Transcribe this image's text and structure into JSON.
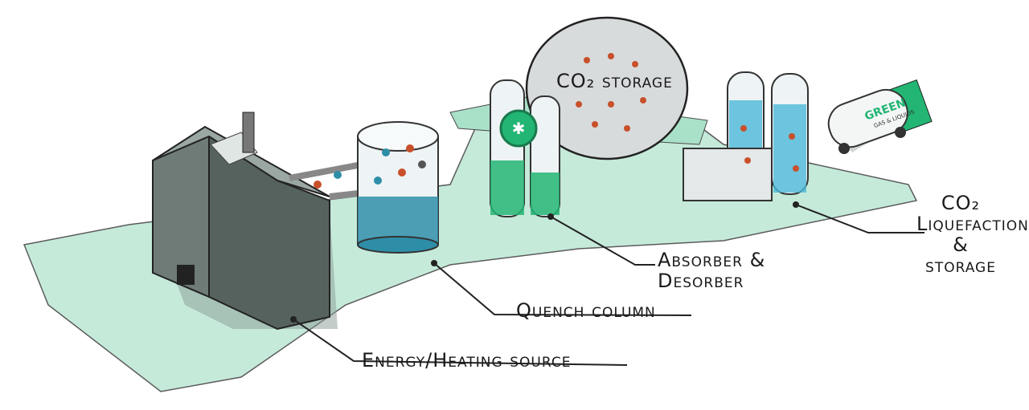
{
  "labels": {
    "co2_storage": "CO₂ storage",
    "liquefaction_line1": "CO₂",
    "liquefaction_line2": "Liquefaction",
    "liquefaction_line3": "& storage",
    "absorber_line1": "Absorber &",
    "absorber_line2": "Desorber",
    "quench": "Quench column",
    "energy": "Energy/Heating source"
  },
  "truck": {
    "brand": "GREEN",
    "tagline": "GAS & LIQUIDS"
  },
  "colors": {
    "ground": "#bfe8d6",
    "ground_stroke": "#4a4a4a",
    "accent_green": "#22b573",
    "liquid_blue": "#2e8ea8",
    "co2_red": "#c8502a",
    "building": "#5f6b66"
  }
}
